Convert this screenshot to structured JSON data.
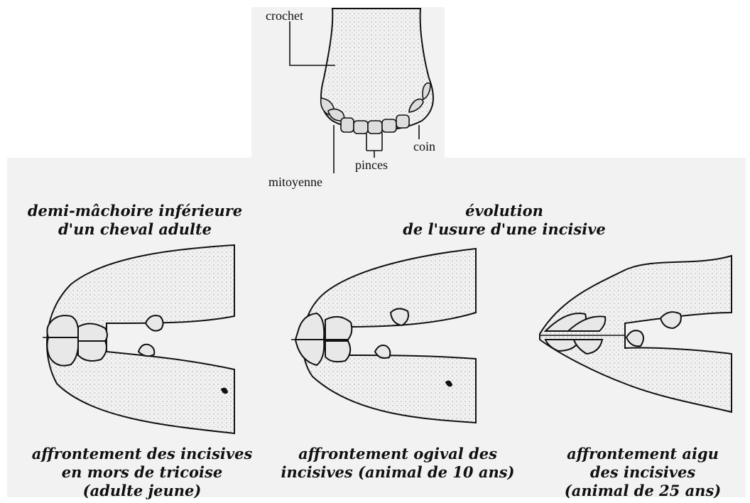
{
  "top_figure": {
    "labels": {
      "crochet": "crochet",
      "coin": "coin",
      "pinces": "pinces",
      "mitoyenne": "mitoyenne"
    }
  },
  "titles": {
    "left": [
      "demi-mâchoire inférieure",
      "d'un cheval adulte"
    ],
    "right": [
      "évolution",
      "de l'usure d'une incisive"
    ]
  },
  "captions": {
    "young": [
      "affrontement des incisives",
      "en mors de tricoise",
      "(adulte jeune)"
    ],
    "ten_years": [
      "affrontement ogival des",
      "incisives (animal de 10 ans)"
    ],
    "twentyfive_years": [
      "affrontement aigu",
      "des incisives",
      "(animal de 25 ans)"
    ]
  }
}
